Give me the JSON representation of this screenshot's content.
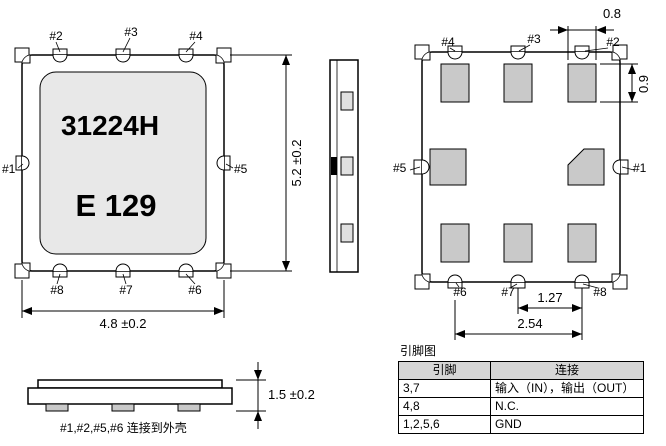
{
  "colors": {
    "line": "#000000",
    "lid_fill": "#e8e8e8",
    "pad_fill": "#c9c9c9",
    "table_header_bg": "#d6d6d6"
  },
  "pin_labels": {
    "p1": "#1",
    "p2": "#2",
    "p3": "#3",
    "p4": "#4",
    "p5": "#5",
    "p6": "#6",
    "p7": "#7",
    "p8": "#8"
  },
  "top_view": {
    "marking_line1": "31224H",
    "marking_line2": "E 129",
    "dim_width": "4.8 ±0.2",
    "dim_height": "5.2 ±0.2"
  },
  "bottom_view": {
    "dim_pad_width": "0.8",
    "dim_pad_height": "0.9",
    "dim_pitch": "1.27",
    "dim_pitch_total": "2.54"
  },
  "side_view": {
    "dim_height": "1.5 ±0.2"
  },
  "note": "#1,#2,#5,#6  连接到外壳",
  "pin_table": {
    "title": "引脚图",
    "header": {
      "pin": "引脚",
      "connection": "连接"
    },
    "rows": [
      {
        "pin": "3,7",
        "connection": "输入（IN），输出（OUT）"
      },
      {
        "pin": "4,8",
        "connection": "N.C."
      },
      {
        "pin": "1,2,5,6",
        "connection": "GND"
      }
    ]
  }
}
